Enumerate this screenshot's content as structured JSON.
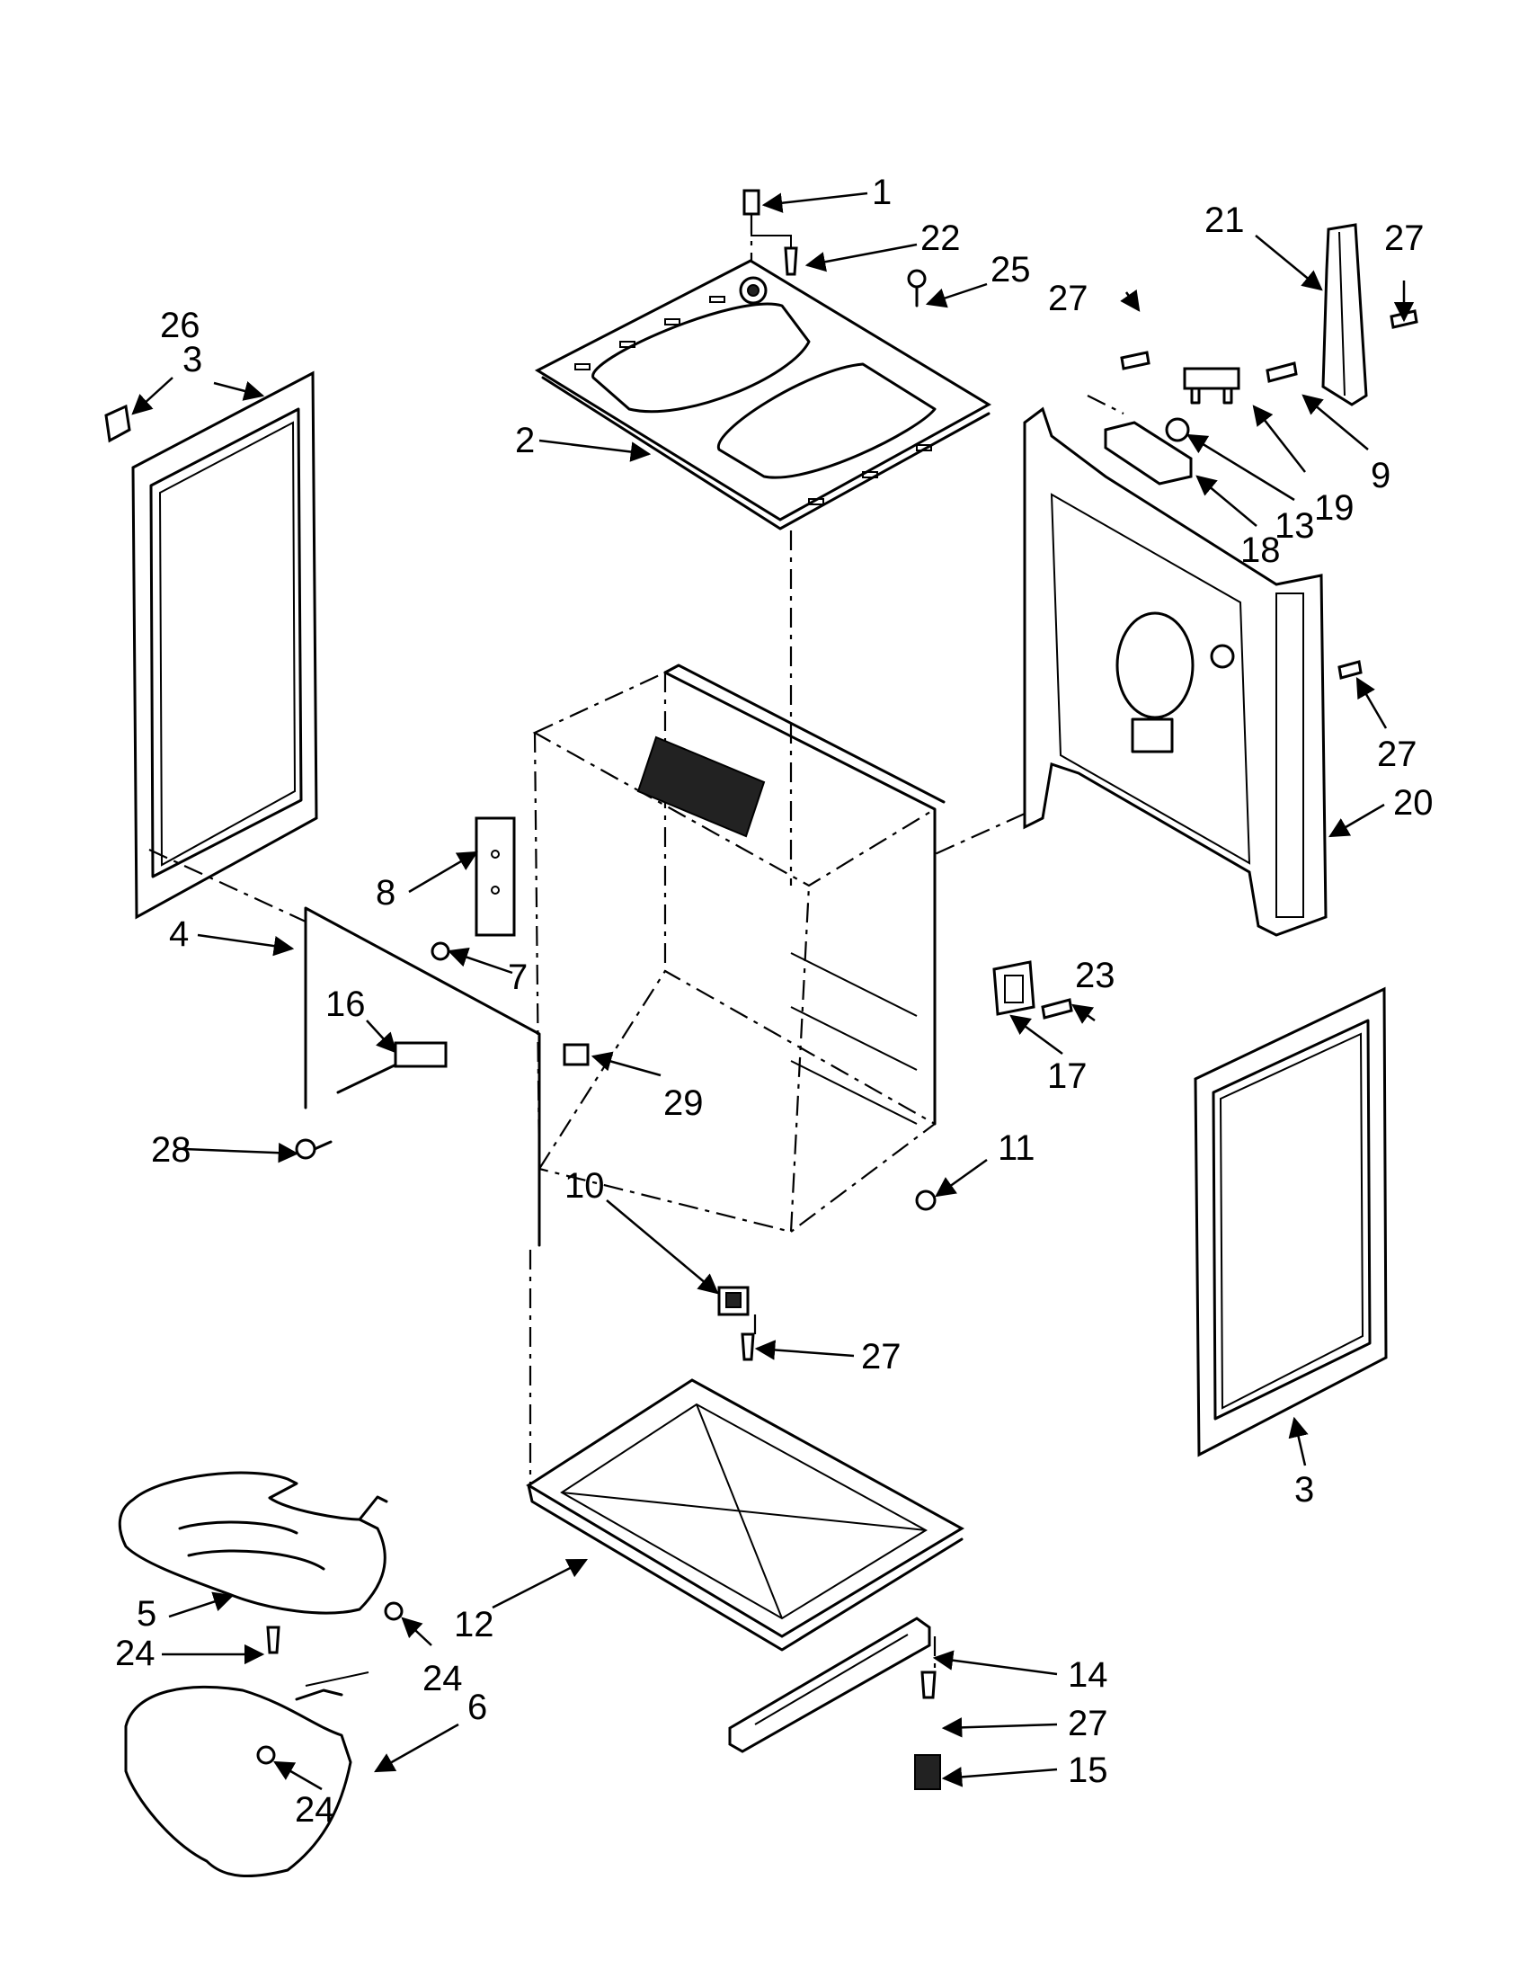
{
  "diagram": {
    "callouts": [
      {
        "id": "c1",
        "text": "1"
      },
      {
        "id": "c2",
        "text": "2"
      },
      {
        "id": "c3a",
        "text": "3"
      },
      {
        "id": "c3b",
        "text": "3"
      },
      {
        "id": "c4",
        "text": "4"
      },
      {
        "id": "c5",
        "text": "5"
      },
      {
        "id": "c6",
        "text": "6"
      },
      {
        "id": "c7",
        "text": "7"
      },
      {
        "id": "c8",
        "text": "8"
      },
      {
        "id": "c9",
        "text": "9"
      },
      {
        "id": "c10",
        "text": "10"
      },
      {
        "id": "c11",
        "text": "11"
      },
      {
        "id": "c12",
        "text": "12"
      },
      {
        "id": "c13",
        "text": "13"
      },
      {
        "id": "c14",
        "text": "14"
      },
      {
        "id": "c15",
        "text": "15"
      },
      {
        "id": "c16",
        "text": "16"
      },
      {
        "id": "c17",
        "text": "17"
      },
      {
        "id": "c18",
        "text": "18"
      },
      {
        "id": "c19",
        "text": "19"
      },
      {
        "id": "c20",
        "text": "20"
      },
      {
        "id": "c21",
        "text": "21"
      },
      {
        "id": "c22",
        "text": "22"
      },
      {
        "id": "c23",
        "text": "23"
      },
      {
        "id": "c24a",
        "text": "24"
      },
      {
        "id": "c24b",
        "text": "24"
      },
      {
        "id": "c24c",
        "text": "24"
      },
      {
        "id": "c25",
        "text": "25"
      },
      {
        "id": "c26",
        "text": "26"
      },
      {
        "id": "c27a",
        "text": "27"
      },
      {
        "id": "c27b",
        "text": "27"
      },
      {
        "id": "c27c",
        "text": "27"
      },
      {
        "id": "c27d",
        "text": "27"
      },
      {
        "id": "c27e",
        "text": "27"
      },
      {
        "id": "c28",
        "text": "28"
      },
      {
        "id": "c29",
        "text": "29"
      }
    ]
  }
}
